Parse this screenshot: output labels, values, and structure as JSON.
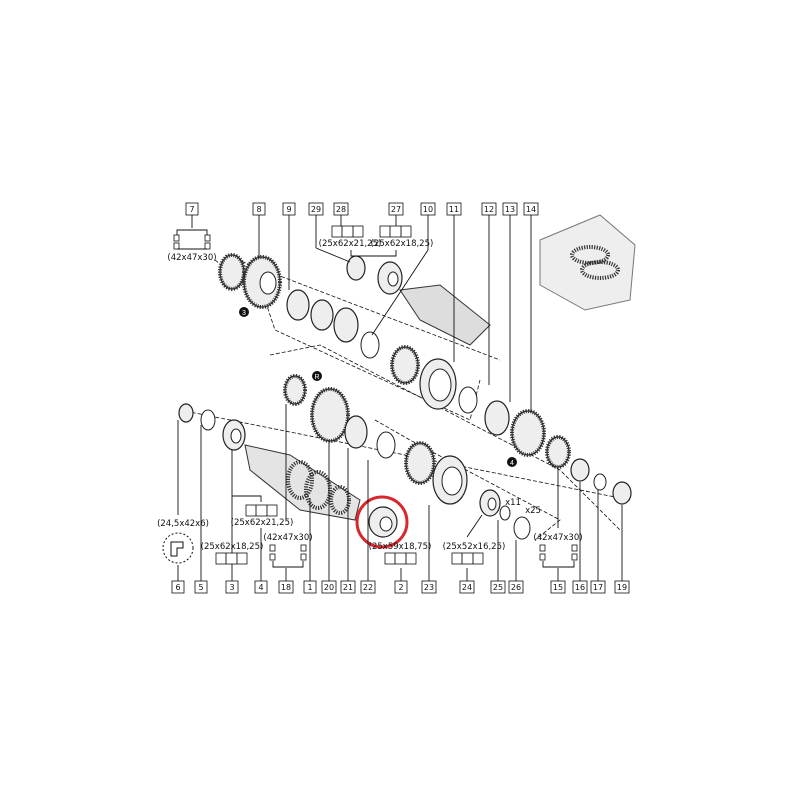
{
  "top_labels": [
    "7",
    "8",
    "9",
    "29",
    "28",
    "27",
    "10",
    "11",
    "12",
    "13",
    "14"
  ],
  "bottom_labels": [
    "6",
    "5",
    "3",
    "4",
    "18",
    "1",
    "20",
    "21",
    "22",
    "2",
    "23",
    "24",
    "25",
    "26",
    "15",
    "16",
    "17",
    "19"
  ],
  "markers": [
    "3",
    "R",
    "4"
  ],
  "dimensions": {
    "d7": "(42x47x30)",
    "d28": "(25x62x21,25)",
    "d27": "(25x62x18,25)",
    "d6": "(24,5x42x6)",
    "d3": "(25x62x18,25)",
    "d4": "(25x62x21,25)",
    "d18": "(42x47x30)",
    "d2": "(25x59x18,75)",
    "d24": "(25x52x16,25)",
    "d25": "x11",
    "d26": "x25",
    "d15": "(42x47x30)"
  },
  "highlight_color": "#d9262c"
}
